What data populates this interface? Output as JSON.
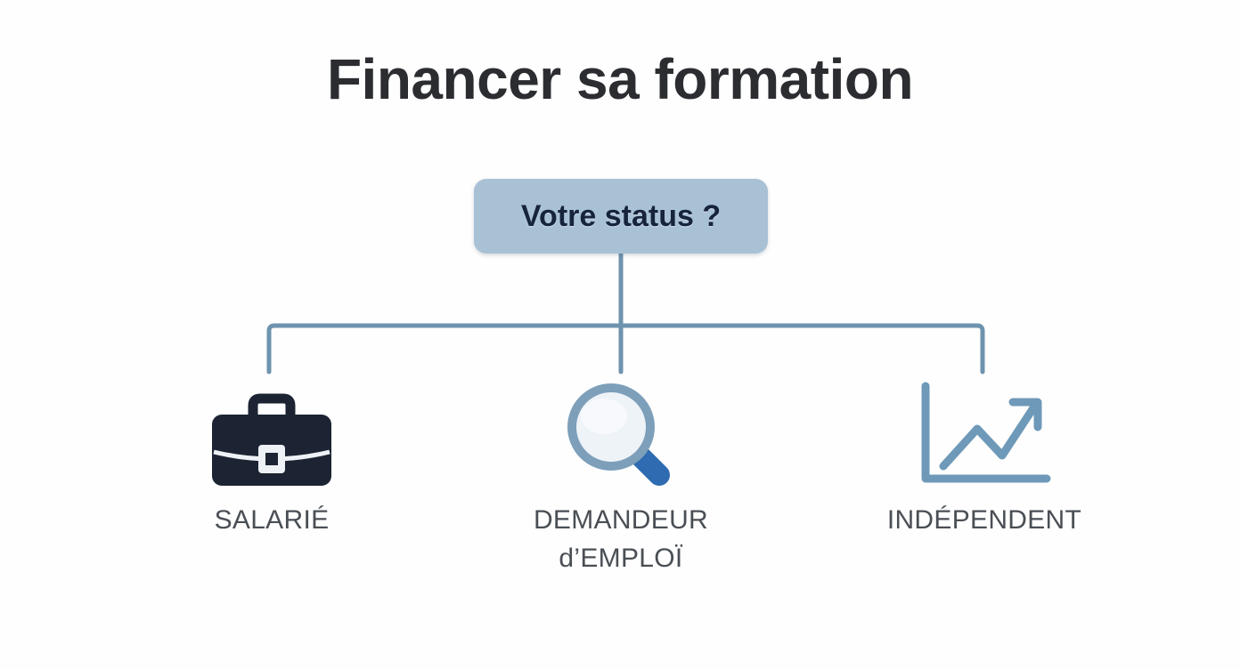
{
  "title": "Financer sa formation",
  "root": {
    "label": "Votre status ?",
    "fill": "#a9c1d5",
    "text_color": "#16243c"
  },
  "connector": {
    "color": "#6e93ae",
    "icon_name": "tree-connector"
  },
  "branches": [
    {
      "id": "salarie",
      "label": "SALARIÉ",
      "icon_name": "briefcase-icon",
      "icon_colors": {
        "body": "#1c2433",
        "detail": "#eef1f5"
      }
    },
    {
      "id": "demandeur",
      "label": "DEMANDEUR\nd’EMPLOÏ",
      "icon_name": "magnifying-glass-icon",
      "icon_colors": {
        "ring": "#7d9fba",
        "lens": "#eef3f8",
        "handle": "#2f6bb0"
      }
    },
    {
      "id": "independant",
      "label": "INDÉPENDENT",
      "icon_name": "growth-chart-icon",
      "icon_colors": {
        "stroke": "#6e99b8"
      }
    }
  ],
  "label_color": "#4a4f55",
  "background": "#fefefe"
}
